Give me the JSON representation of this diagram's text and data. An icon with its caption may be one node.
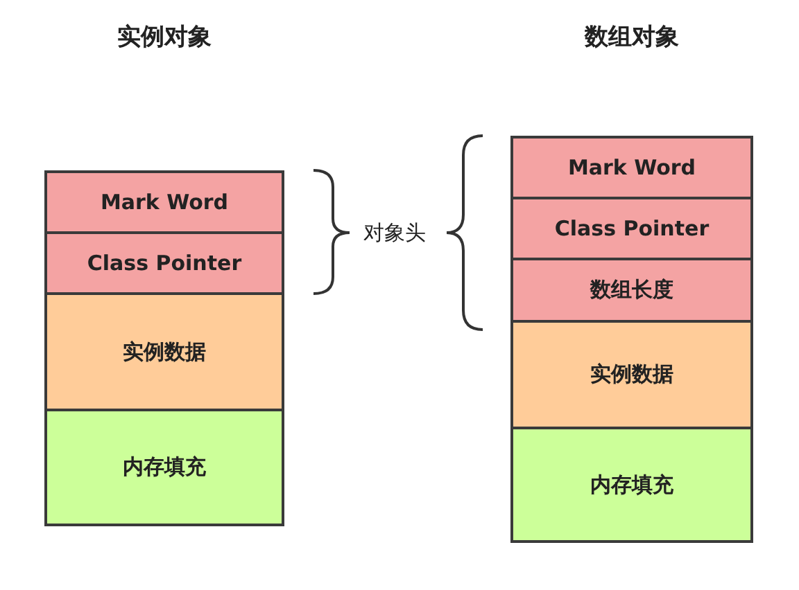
{
  "diagram": {
    "nodes": [
      {
        "text": [
          "实例对象"
        ]
      },
      {
        "text": [
          "Mark Word"
        ],
        "in": 0
      },
      {
        "text": [
          "Class Pointer"
        ],
        "in": 0
      },
      {
        "text": [
          "实例数据"
        ],
        "in": 0
      },
      {
        "text": [
          "内存填充"
        ],
        "in": 0
      },
      {
        "text": [
          "数组对象"
        ]
      },
      {
        "text": [
          "Mark Word"
        ],
        "in": 5
      },
      {
        "text": [
          "Class Pointer"
        ],
        "in": 5
      },
      {
        "text": [
          "数组长度"
        ],
        "in": 5
      },
      {
        "text": [
          "实例数据"
        ],
        "in": 5
      },
      {
        "text": [
          "内存填充"
        ],
        "in": 5
      }
    ],
    "labels": [
      "对象头"
    ]
  }
}
